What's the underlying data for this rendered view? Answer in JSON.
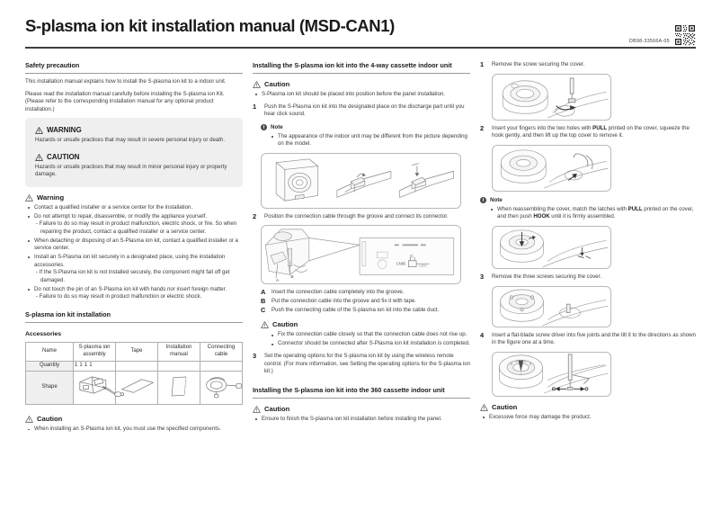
{
  "header": {
    "title": "S-plasma ion kit installation manual (MSD-CAN1)",
    "doc_code": "DB98-33566A-05",
    "qr_icon": "qr-code-icon"
  },
  "left": {
    "safety_heading": "Safety precaution",
    "intro_1": "This installation manual explains how to install the S-plasma ion kit to a indoor unit.",
    "intro_2": "Please read the installation manual carefully before installing the S-plasma ion Kit. (Please refer to the corresponding installation manual for any optional product installation.)",
    "notice_box": {
      "warning_title": "WARNING",
      "warning_text": "Hazards or unsafe practices that may result in severe personal injury or death.",
      "caution_title": "CAUTION",
      "caution_text": "Hazards or unsafe practices that may result in minor personal injury or property damage.",
      "icon": "warning-triangle-icon"
    },
    "warning_heading": "Warning",
    "warning_items": [
      {
        "text": "Contact a qualified installer or a service center for the installation.",
        "subs": []
      },
      {
        "text": "Do not attempt to repair, disassemble, or modify the appliance yourself.",
        "subs": [
          "- Failure to do so may result in product malfunction, electric shock, or fire. So when repairing the product, contact a qualified installer or a service center."
        ]
      },
      {
        "text": "When detaching or disposing of an S-Plasma ion kit, contact a qualified installer or a service center.",
        "subs": []
      },
      {
        "text": "Install an S-Plasma ion kit securely in a designated place, using the installation accessories.",
        "subs": [
          "- If the S-Plasma ion kit is not installed securely, the component might fall off get damaged."
        ]
      },
      {
        "text": "Do not touch the pin of an S-Plasma ion kit with hands nor insert foreign matter.",
        "subs": [
          "- Failure to do so may result in product malfunction or electric shock."
        ]
      }
    ],
    "install_heading": "S-plasma ion kit installation",
    "accessories_heading": "Accessories",
    "accessories_table": {
      "row_labels": [
        "Name",
        "Quantity",
        "Shape"
      ],
      "columns": [
        "S-plasma ion assembly",
        "Tape",
        "Installation manual",
        "Connecting cable"
      ],
      "quantities": [
        "1",
        "1",
        "1",
        "1"
      ],
      "shape_icons": [
        "ion-assembly-icon",
        "tape-icon",
        "manual-icon",
        "connecting-cable-icon"
      ]
    },
    "caution_heading": "Caution",
    "caution_items": [
      "When installing an S-Plasma ion kit, you must use the specified components."
    ]
  },
  "middle": {
    "section_heading": "Installing the S-plasma ion kit into the 4-way cassette indoor unit",
    "caution_heading": "Caution",
    "caution_items": [
      "S-Plasma ion kit should be placed into position before the panel installation."
    ],
    "step1": {
      "num": "1",
      "text": "Push the S-Plasma ion kit into the designated place on the discharge part until you hear click sound."
    },
    "note_heading": "Note",
    "note_items": [
      "The appearance of the indoor unit may be different from the picture depending on the model."
    ],
    "figure1_icon": "indoor-unit-insertion-diagram",
    "step2": {
      "num": "2",
      "text": "Position the connection cable through the groove and connect its connector."
    },
    "figure2_icon": "connection-cable-routing-diagram",
    "lettered_steps": [
      {
        "letter": "A",
        "text": "Insert the connection cable completely into the groove."
      },
      {
        "letter": "B",
        "text": "Put the connection cable into the groove and fix it with tape."
      },
      {
        "letter": "C",
        "text": "Push the connecting cable of the S-plasma ion kit into the cable duct."
      }
    ],
    "caution2_heading": "Caution",
    "caution2_items": [
      "Fix the connection cable closely so that the connection cable does not rise up.",
      "Connector should be connected after S-Plasma ion kit installation is completed."
    ],
    "step3": {
      "num": "3",
      "text": "Set the operating options for the S-plasma ion kit by using the wireless remote control. (For more information, see Setting the operating options for the S-plasma ion kit.)"
    },
    "section_heading_2": "Installing the S-plasma ion kit into the 360 cassette indoor unit",
    "caution3_heading": "Caution",
    "caution3_items": [
      "Ensure to finish the S-plasma ion kit installation before installing the panel."
    ]
  },
  "right": {
    "step1": {
      "num": "1",
      "text": "Remove the screw securing the cover."
    },
    "figure1_icon": "cover-screw-removal-diagram",
    "step2": {
      "num": "2",
      "text_a": "Insert your fingers into the two holes with ",
      "bold_1": "PULL",
      "text_b": " printed on the cover, squeeze the hook gently, and then lift up the top cover to remove it."
    },
    "note_heading": "Note",
    "note": {
      "text_a": "When reassembling the cover, match the latches with ",
      "bold_1": "PULL",
      "text_b": " printed on the cover, and then push ",
      "bold_2": "HOOK",
      "text_c": " until it is firmly assembled."
    },
    "figure2_icon": "cover-reassembly-diagram",
    "step3": {
      "num": "3",
      "text": "Remove the three screws securing the cover."
    },
    "figure3_icon": "three-screws-removal-diagram",
    "step4": {
      "num": "4",
      "text": "Insert a flat-blade screw driver into five joints and the tilt it to the directions as shown in the figure one at a time."
    },
    "figure4_icon": "screwdriver-joint-tilt-diagram",
    "caution_heading": "Caution",
    "caution_items": [
      "Excessive force may damage the product."
    ]
  }
}
